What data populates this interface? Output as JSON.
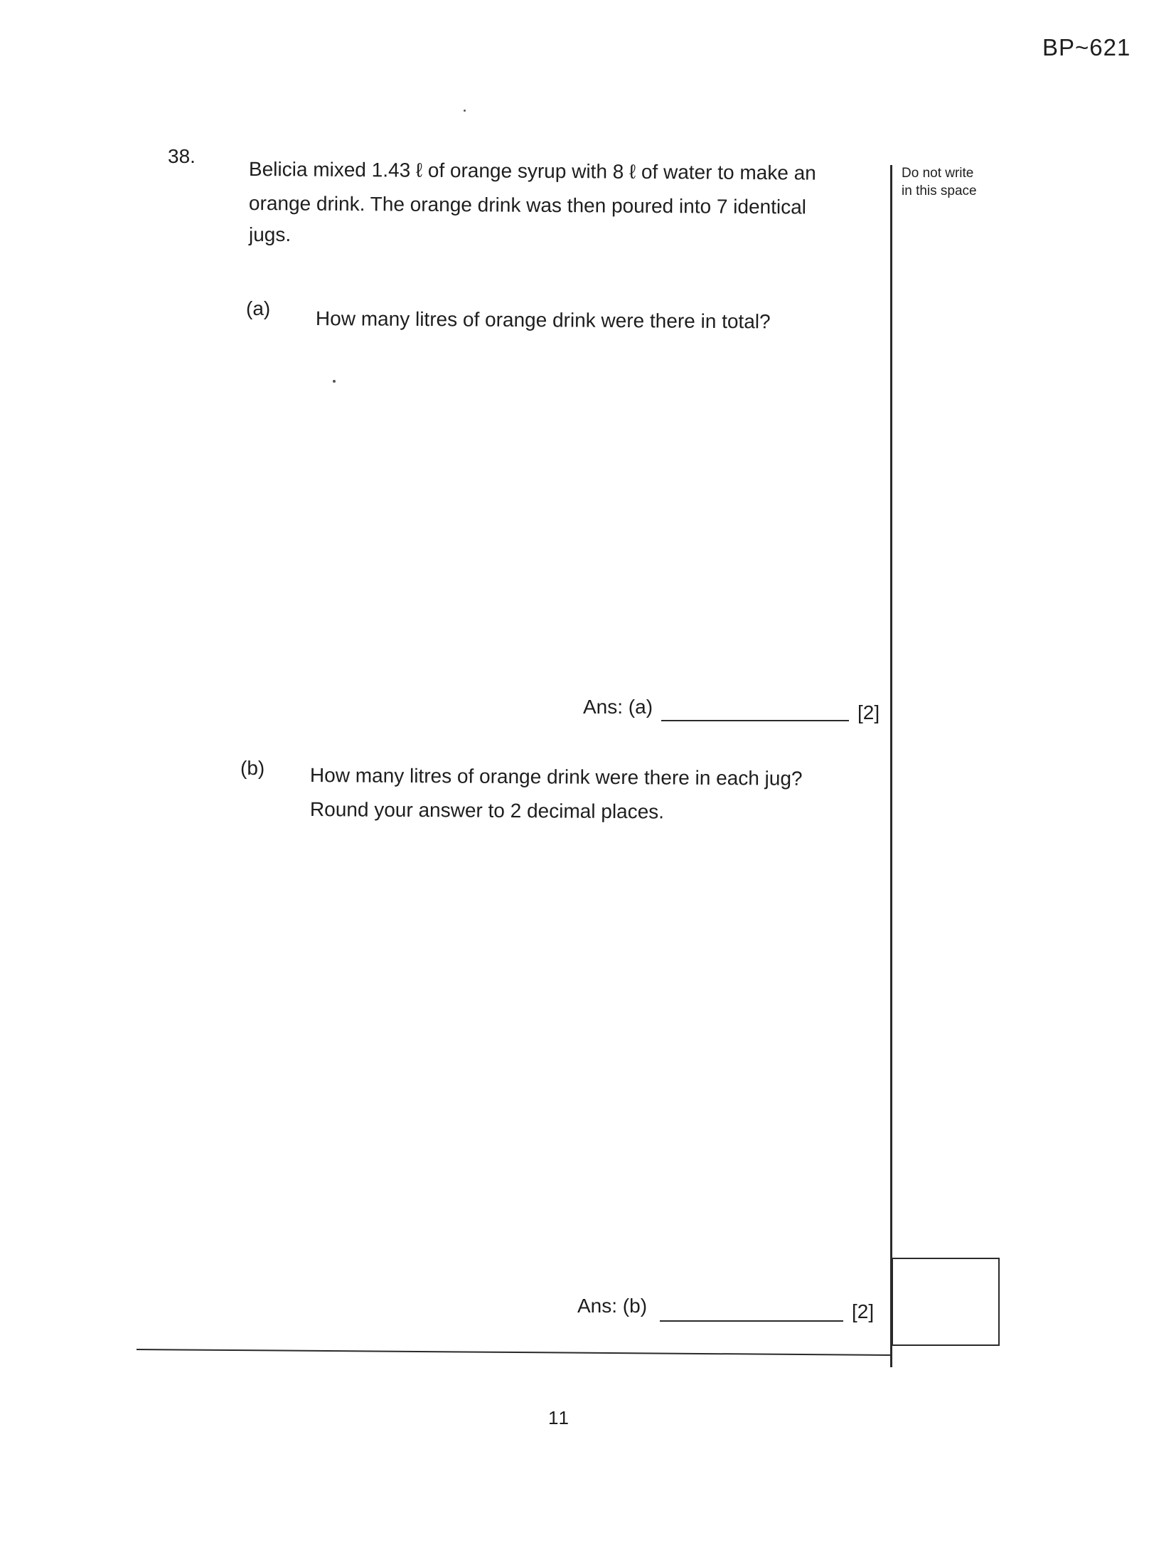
{
  "header": {
    "code": "BP~621"
  },
  "question": {
    "number": "38.",
    "text_lines": [
      "Belicia mixed 1.43 ℓ of orange syrup with 8 ℓ of water to make an",
      "orange drink. The orange drink was then poured into 7 identical",
      "jugs."
    ]
  },
  "parts": {
    "a": {
      "label": "(a)",
      "text": "How many litres of orange drink were there in total?",
      "answer_label": "Ans: (a)",
      "marks": "[2]"
    },
    "b": {
      "label": "(b)",
      "text_lines": [
        "How many litres of orange drink were there in each jug?",
        "Round your answer to 2 decimal places."
      ],
      "answer_label": "Ans: (b)",
      "marks": "[2]"
    }
  },
  "margin": {
    "note_line1": "Do not write",
    "note_line2": "in this space"
  },
  "footer": {
    "page_number": "11"
  }
}
